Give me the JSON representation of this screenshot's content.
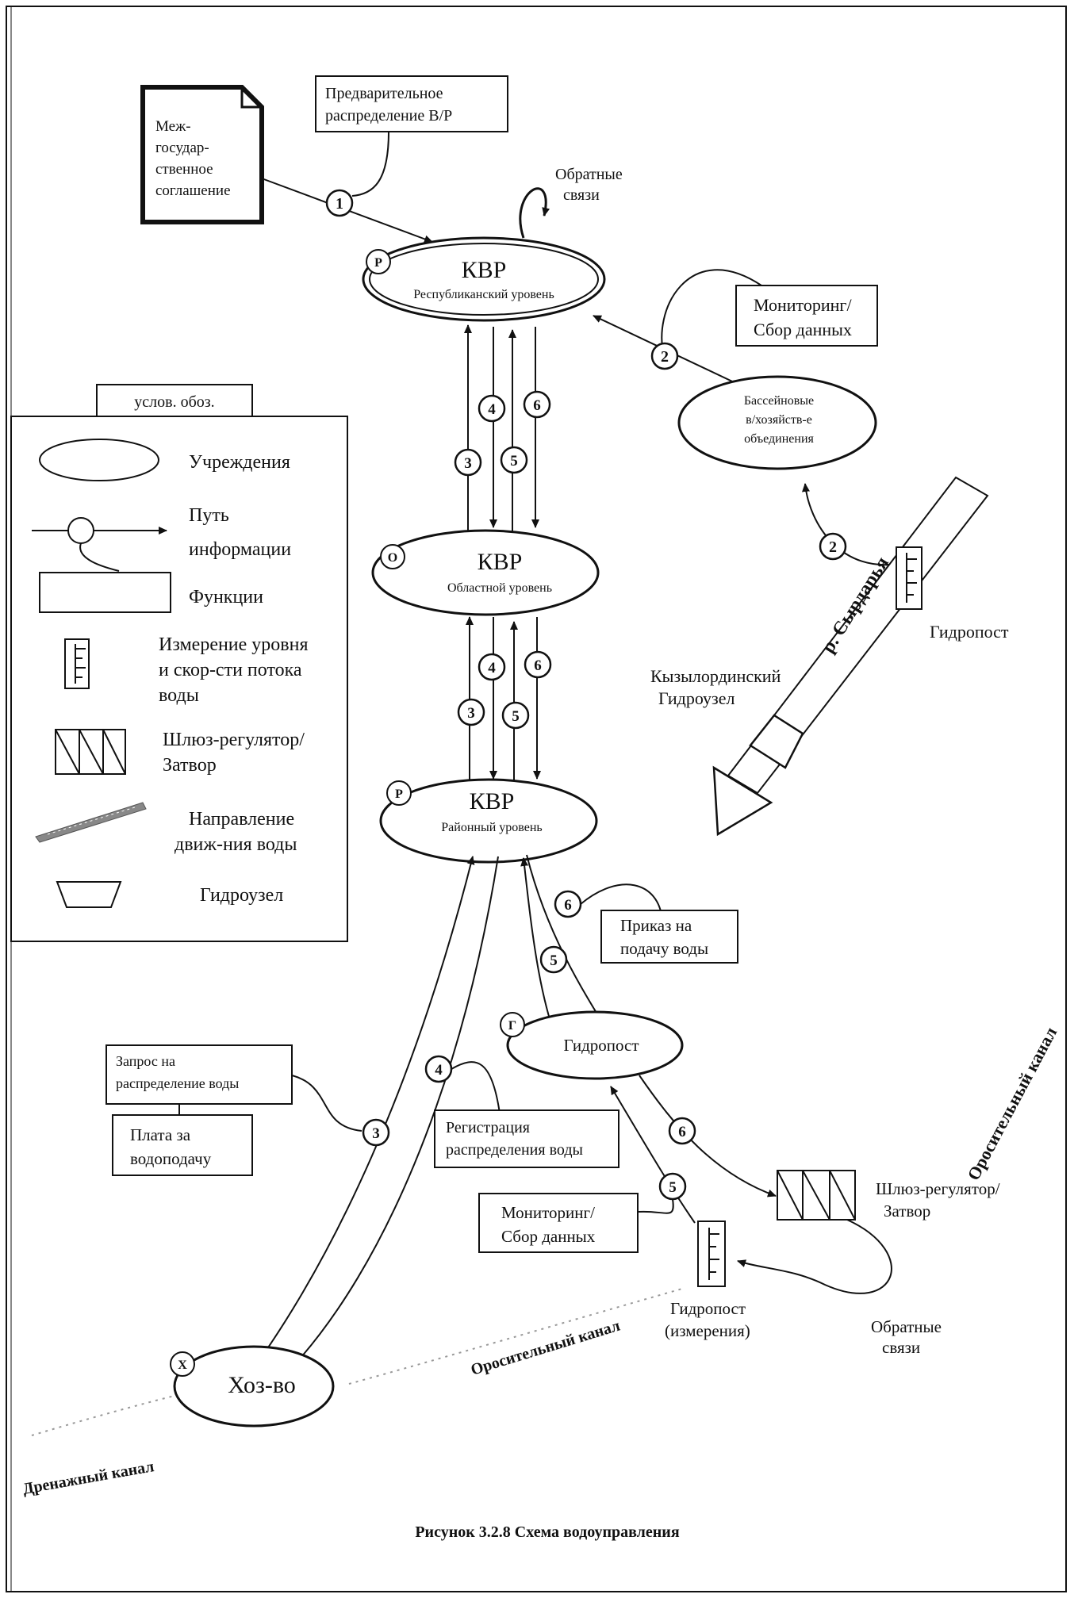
{
  "caption": "Рисунок 3.2.8 Схема водоуправления",
  "agreement_doc": [
    "Меж-",
    "государ-",
    "ственное",
    "соглашение"
  ],
  "functions": {
    "prelim": [
      "Предварительное",
      "распределение В/Р"
    ],
    "monitor_top": [
      "Мониторинг/",
      "Сбор данных"
    ],
    "order": [
      "Приказ на",
      "подачу воды"
    ],
    "request": [
      "Запрос на",
      "распределение воды"
    ],
    "payment": [
      "Плата за",
      "водоподачу"
    ],
    "registration": [
      "Регистрация",
      "распределения воды"
    ],
    "monitor_bottom": [
      "Мониторинг/",
      "Сбор данных"
    ]
  },
  "institutions": {
    "republic": {
      "badge": "Р",
      "title": "КВР",
      "subtitle": "Республиканский уровень"
    },
    "oblast": {
      "badge": "О",
      "title": "КВР",
      "subtitle": "Областной уровень"
    },
    "district": {
      "badge": "Р",
      "title": "КВР",
      "subtitle": "Районный уровень"
    },
    "basin": {
      "lines": [
        "Бассейновые",
        "в/хозяйств-е",
        "объединения"
      ]
    },
    "hydropost": {
      "badge": "Г",
      "title": "Гидропост"
    },
    "farm": {
      "badge": "Х",
      "title": "Хоз-во"
    }
  },
  "feedback_top": [
    "Обратные",
    "связи"
  ],
  "feedback_bottom": [
    "Обратные",
    "связи"
  ],
  "path_numbers": {
    "one": "1",
    "two": "2",
    "three": "3",
    "four": "4",
    "five": "5",
    "six": "6"
  },
  "labels": {
    "river": "р. Сырдарья",
    "hydropost_river": "Гидропост",
    "kzyl_hub": [
      "Кызылординский",
      "Гидроузел"
    ],
    "canal_right": "Оросительный канал",
    "canal_middle": "Оросительный канал",
    "drainage": "Дренажный канал",
    "sluice": [
      "Шлюз-регулятор/",
      "Затвор"
    ],
    "gauge_measure": [
      "Гидропост",
      "(измерения)"
    ]
  },
  "legend": {
    "title": "услов. обоз.",
    "items": {
      "institutions": "Учреждения",
      "info_path": [
        "Путь",
        "информации"
      ],
      "functions": "Функции",
      "measurement": [
        "Измерение уровня",
        "и скор-сти потока",
        "воды"
      ],
      "sluice": [
        "Шлюз-регулятор/",
        "Затвор"
      ],
      "water_direction": [
        "Направление",
        "движ-ния воды"
      ],
      "hydro_hub": "Гидроузел"
    }
  }
}
